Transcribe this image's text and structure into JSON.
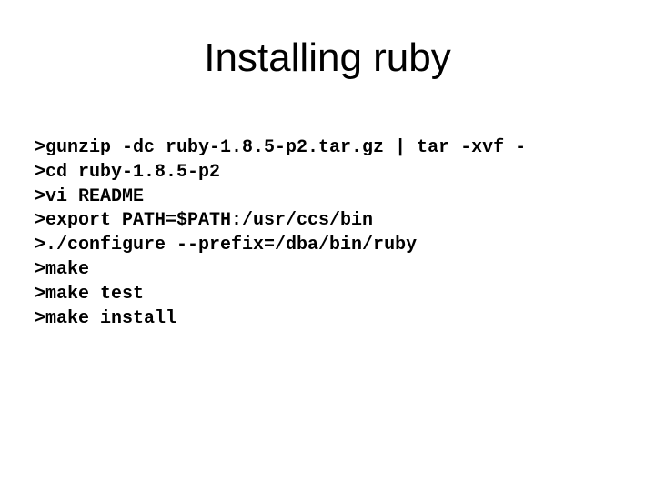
{
  "slide": {
    "title": "Installing ruby",
    "commands": [
      ">gunzip -dc ruby-1.8.5-p2.tar.gz | tar -xvf -",
      ">cd ruby-1.8.5-p2",
      ">vi README",
      ">export PATH=$PATH:/usr/ccs/bin",
      ">./configure --prefix=/dba/bin/ruby",
      ">make",
      ">make test",
      ">make install"
    ],
    "colors": {
      "background": "#ffffff",
      "text": "#000000"
    }
  }
}
